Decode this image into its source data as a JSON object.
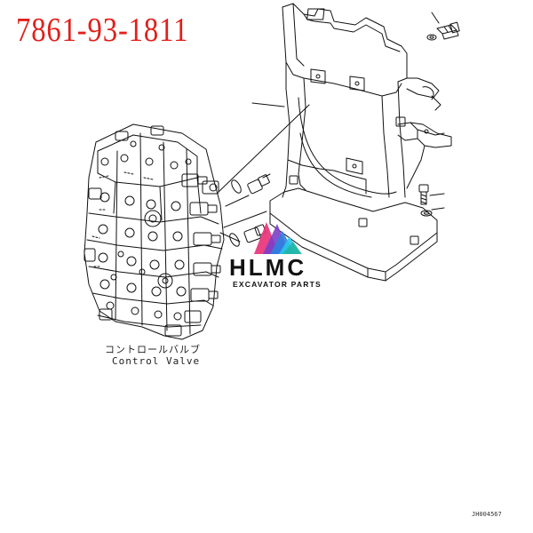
{
  "header": {
    "part_number": "7861-93-1811"
  },
  "callout": {
    "label_jp": "コントロールバルブ",
    "label_en": "Control Valve"
  },
  "watermark": {
    "brand": "HLMC",
    "tagline": "EXCAVATOR PARTS",
    "colors": {
      "pink": "#e8347a",
      "purple": "#7b3fc7",
      "blue": "#2f7fe0",
      "cyan": "#29c6e8",
      "teal": "#1fb5a0"
    }
  },
  "footer": {
    "reference_code": "JH004567"
  },
  "colors": {
    "part_number": "#e0201c",
    "line": "#111111"
  }
}
